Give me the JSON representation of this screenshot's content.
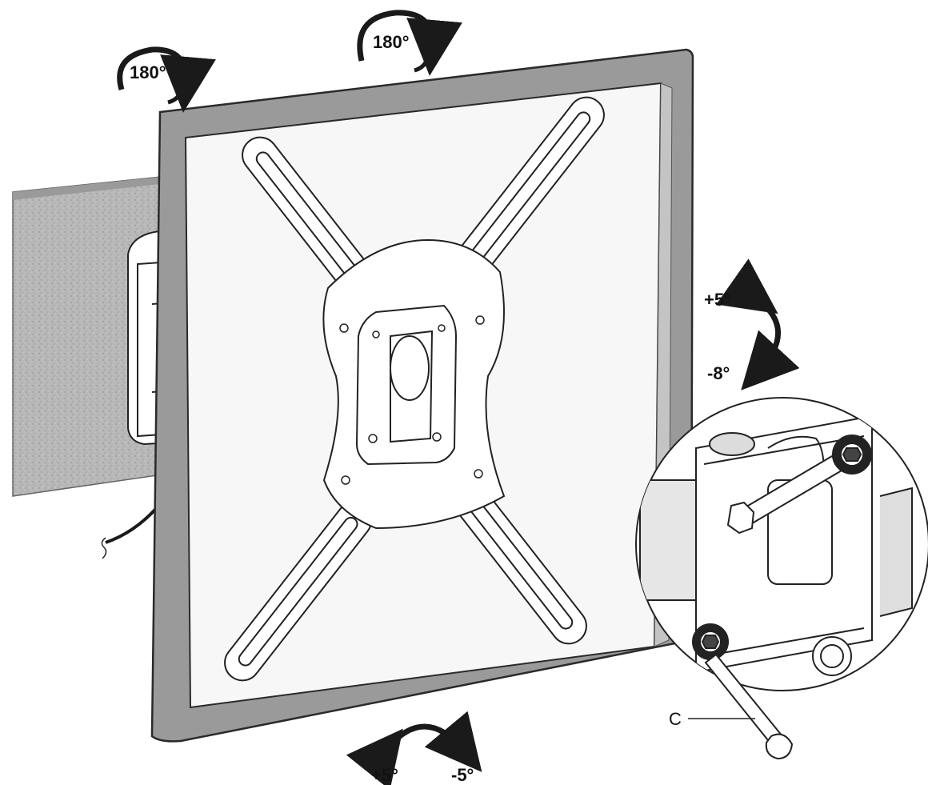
{
  "labels": {
    "swivel_left": "180°",
    "swivel_top": "180°",
    "tilt_up": "+5°",
    "tilt_down": "-8°",
    "level_left": "+5°",
    "level_right": "-5°",
    "part_c": "C"
  },
  "colors": {
    "frame": "#9a9a9a",
    "frame_edge": "#2a2a2a",
    "screen": "#f7f7f7",
    "wall": "#b5b5b5",
    "arrow": "#1a1a1a",
    "line": "#222222"
  }
}
